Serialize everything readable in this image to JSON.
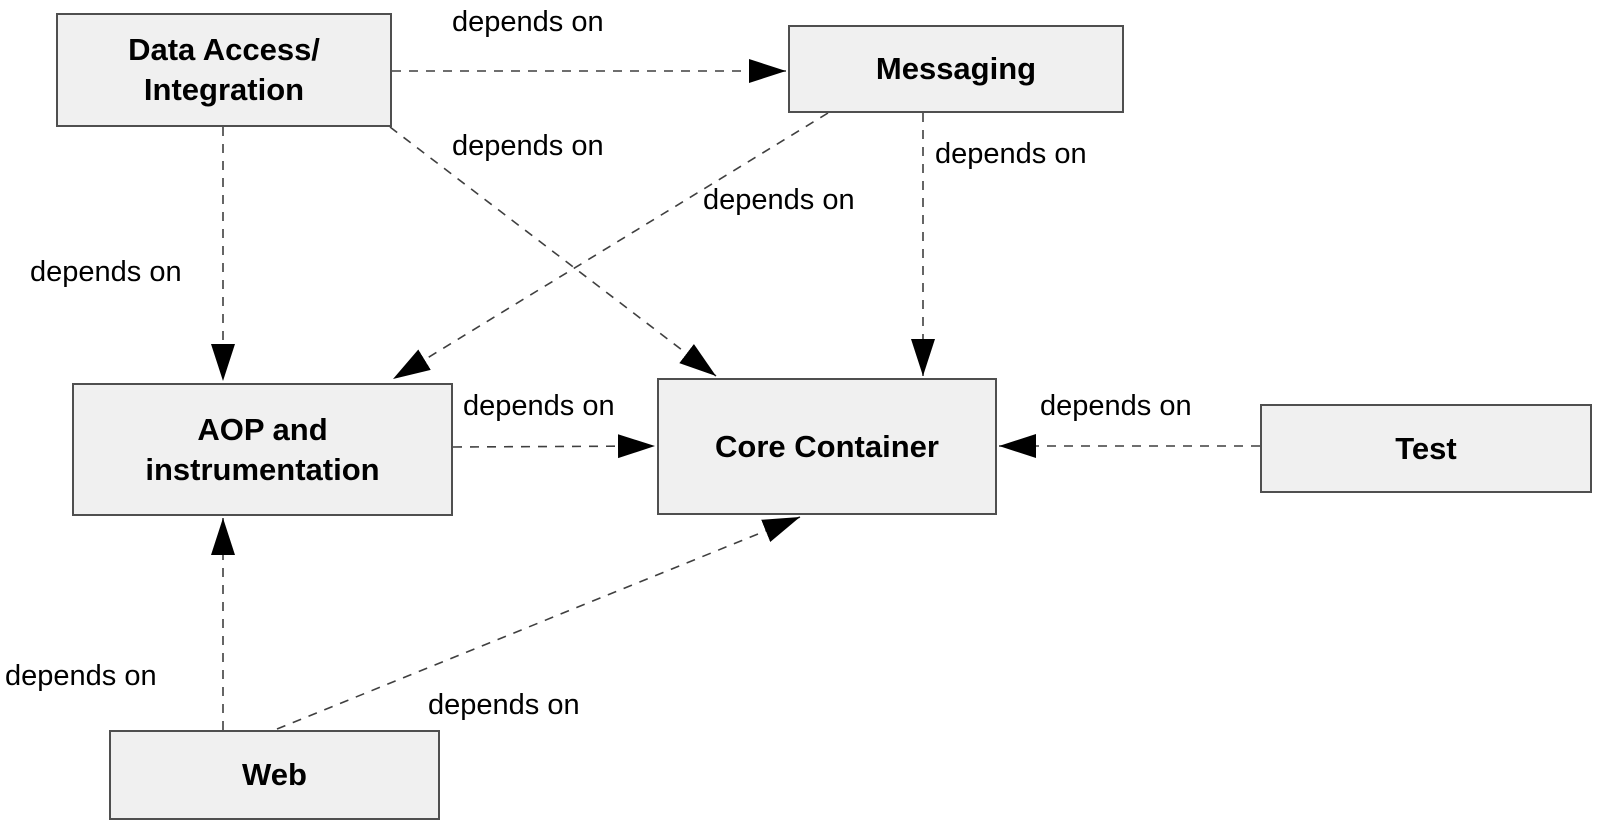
{
  "colors": {
    "background": "#ffffff",
    "box_fill": "#f0f0f0",
    "box_border": "#4f4f4f",
    "line": "#3f3f3f",
    "arrowhead": "#000000",
    "text": "#000000"
  },
  "nodes": [
    {
      "id": "data-access-integration",
      "lines": [
        "Data Access/",
        "Integration"
      ]
    },
    {
      "id": "messaging",
      "lines": [
        "Messaging"
      ]
    },
    {
      "id": "aop-and-instrumentation",
      "lines": [
        "AOP and",
        "instrumentation"
      ]
    },
    {
      "id": "core-container",
      "lines": [
        "Core Container"
      ]
    },
    {
      "id": "test",
      "lines": [
        "Test"
      ]
    },
    {
      "id": "web",
      "lines": [
        "Web"
      ]
    }
  ],
  "edges": [
    {
      "from": "data-access-integration",
      "to": "messaging",
      "label": "depends on"
    },
    {
      "from": "data-access-integration",
      "to": "aop-and-instrumentation",
      "label": "depends on"
    },
    {
      "from": "data-access-integration",
      "to": "core-container",
      "label": "depends on"
    },
    {
      "from": "messaging",
      "to": "aop-and-instrumentation",
      "label": "depends on"
    },
    {
      "from": "messaging",
      "to": "core-container",
      "label": "depends on"
    },
    {
      "from": "aop-and-instrumentation",
      "to": "core-container",
      "label": "depends on"
    },
    {
      "from": "test",
      "to": "core-container",
      "label": "depends on"
    },
    {
      "from": "web",
      "to": "aop-and-instrumentation",
      "label": "depends on"
    },
    {
      "from": "web",
      "to": "core-container",
      "label": "depends on"
    }
  ]
}
